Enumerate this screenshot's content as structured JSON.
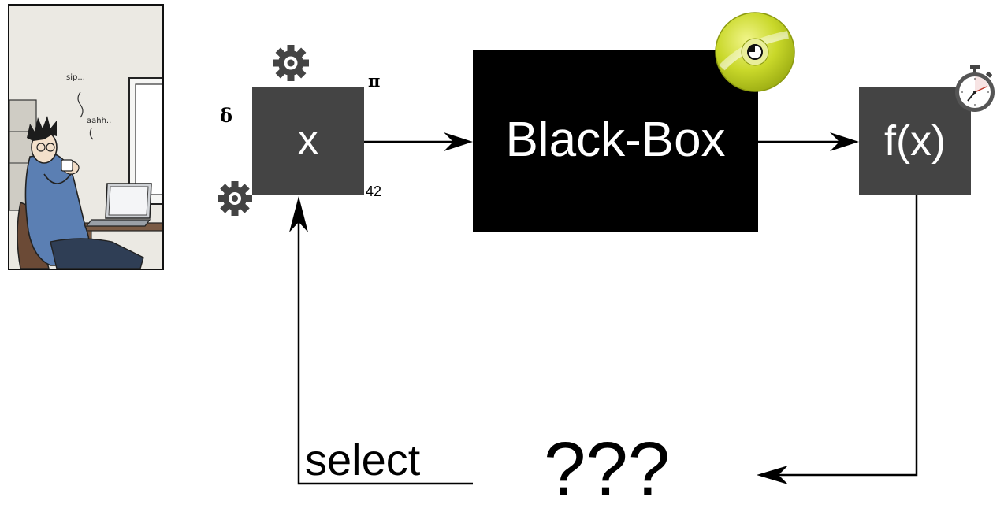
{
  "comic": {
    "sip_text": "sip...",
    "aahh_text": "aahh.."
  },
  "input_box": {
    "label": "x",
    "delta_label": "δ",
    "pi_label": "π",
    "number_label": "42"
  },
  "black_box": {
    "label": "Black-Box"
  },
  "output_box": {
    "label": "f(x)"
  },
  "feedback": {
    "select_label": "select",
    "unknown_label": "???"
  },
  "colors": {
    "input_box": "#444444",
    "black_box": "#000000",
    "output_box": "#444444",
    "gear": "#444444",
    "cd": "#c9d82a"
  },
  "icons": [
    "gear-icon",
    "gear-icon",
    "cd-disc-icon",
    "stopwatch-icon"
  ]
}
